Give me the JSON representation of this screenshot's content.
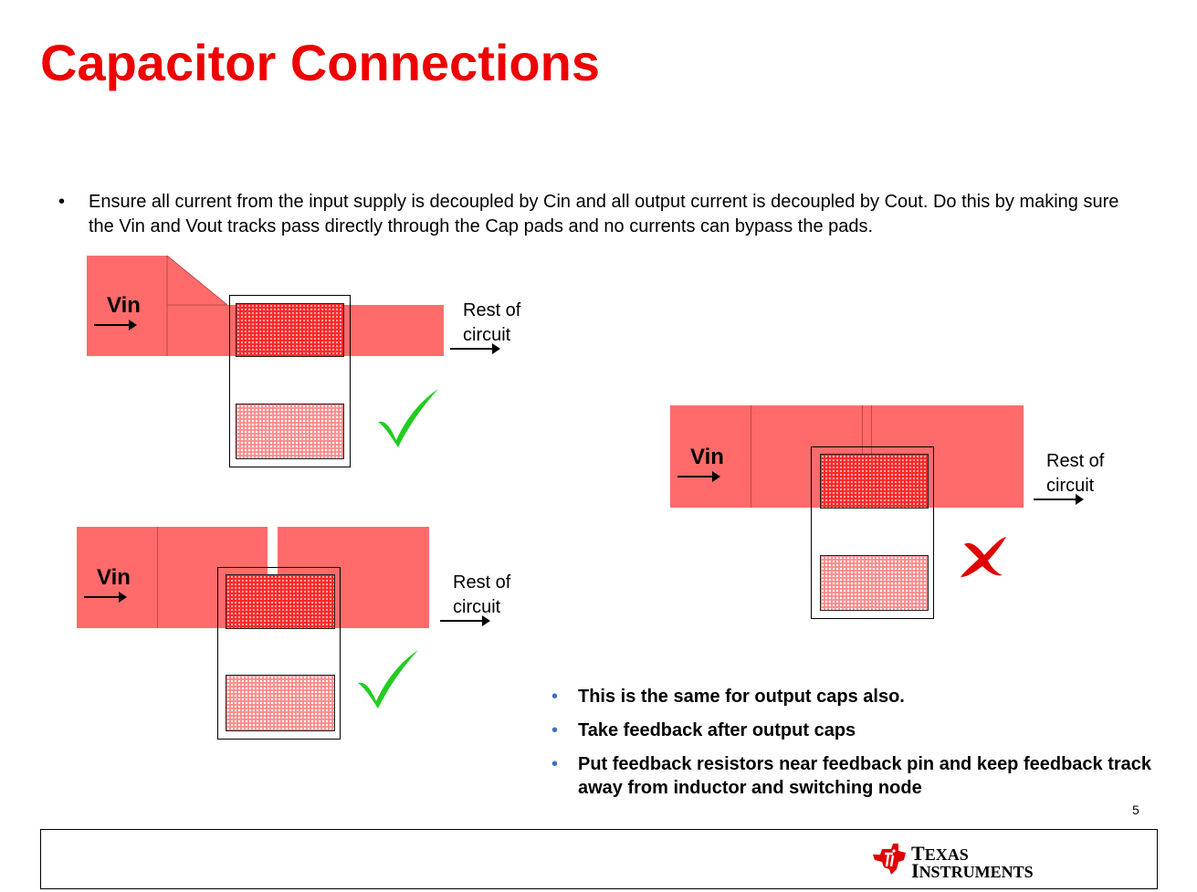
{
  "title": "Capacitor Connections",
  "bullet_main": "Ensure all current from the input supply is decoupled by Cin and all output current is decoupled by Cout.  Do this by making sure the Vin and Vout tracks pass directly through the Cap pads and no currents can bypass the pads.",
  "diagrams": {
    "vin_label": "Vin",
    "rest_line1": "Rest of",
    "rest_line2": "circuit",
    "good_mark_icon": "checkmark-icon",
    "bad_mark_icon": "cross-icon",
    "good_color": "#22cc22",
    "bad_color": "#e00000",
    "trace_color": "#ff6b6b"
  },
  "bullets": [
    "This is the same for output caps also.",
    "Take feedback after output caps",
    "Put feedback resistors near feedback pin and keep feedback track away from inductor and switching node"
  ],
  "page_number": "5",
  "footer": {
    "logo_icon": "texas-instruments-logo",
    "logo_line1_cap": "T",
    "logo_line1_rest": "EXAS",
    "logo_line2_cap": "I",
    "logo_line2_rest": "NSTRUMENTS"
  }
}
